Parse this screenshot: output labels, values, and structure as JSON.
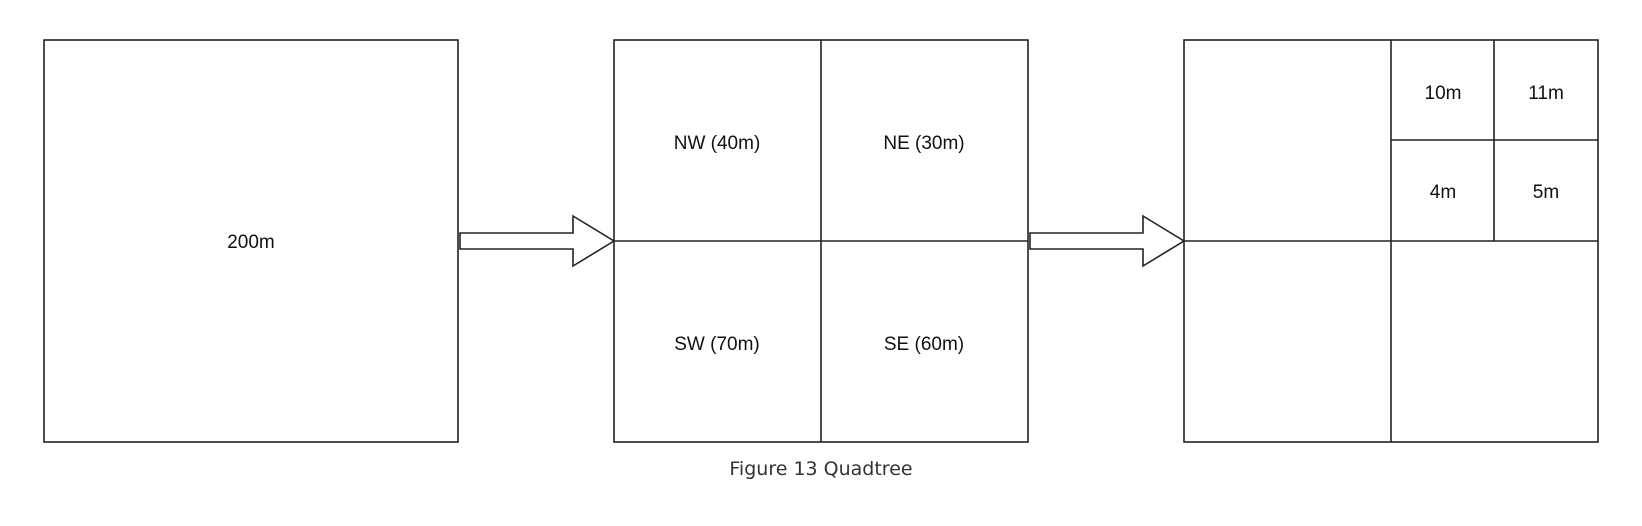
{
  "caption": "Figure 13 Quadtree",
  "stage1": {
    "label": "200m"
  },
  "stage2": {
    "nw": "NW (40m)",
    "ne": "NE (30m)",
    "sw": "SW (70m)",
    "se": "SE (60m)"
  },
  "stage3": {
    "ne_subdivision": {
      "nw": "10m",
      "ne": "11m",
      "sw": "4m",
      "se": "5m"
    }
  }
}
